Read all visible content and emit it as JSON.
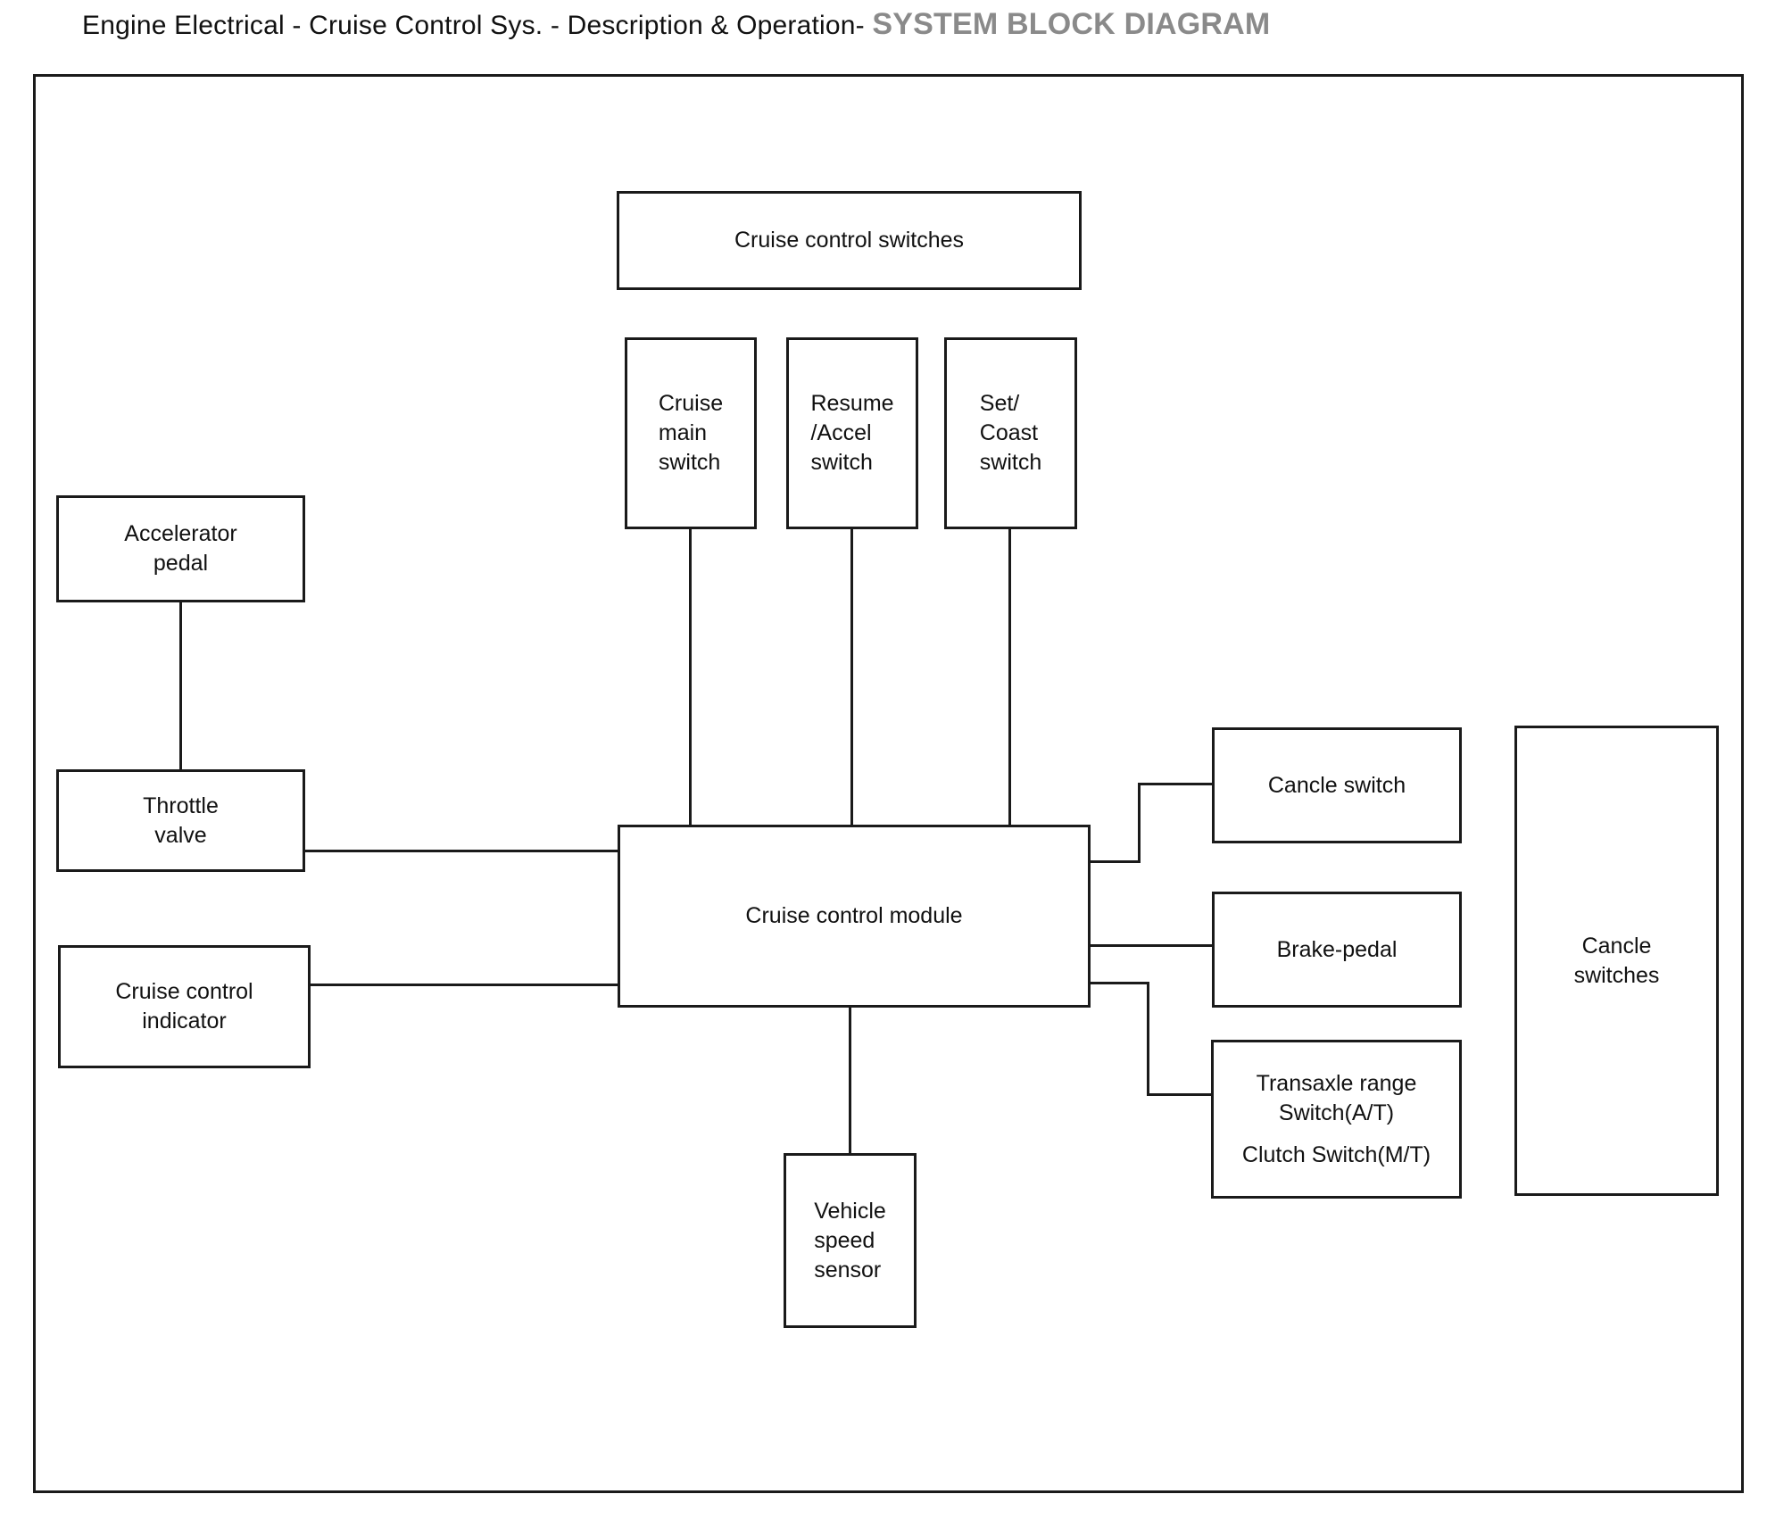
{
  "title": {
    "prefix": "Engine Electrical - Cruise Control Sys. - Description & Operation-",
    "emphasis": "SYSTEM BLOCK DIAGRAM"
  },
  "colors": {
    "line": "#1a1a1a",
    "text": "#111111",
    "title_emphasis": "#8a8a8a",
    "background": "#ffffff"
  },
  "nodes": {
    "cruise_control_switches": "Cruise control switches",
    "cruise_main_switch": "Cruise\nmain\nswitch",
    "resume_accel_switch": "Resume\n/Accel\nswitch",
    "set_coast_switch": "Set/\nCoast\nswitch",
    "accelerator_pedal": "Accelerator\npedal",
    "throttle_valve": "Throttle\nvalve",
    "cruise_control_indicator": "Cruise control\nindicator",
    "cruise_control_module": "Cruise control module",
    "cancle_switch": "Cancle switch",
    "brake_pedal": "Brake-pedal",
    "transaxle_range_switch": "Transaxle range\nSwitch(A/T)",
    "clutch_switch": "Clutch Switch(M/T)",
    "cancle_switches": "Cancle\nswitches",
    "vehicle_speed_sensor": "Vehicle\nspeed\nsensor"
  }
}
